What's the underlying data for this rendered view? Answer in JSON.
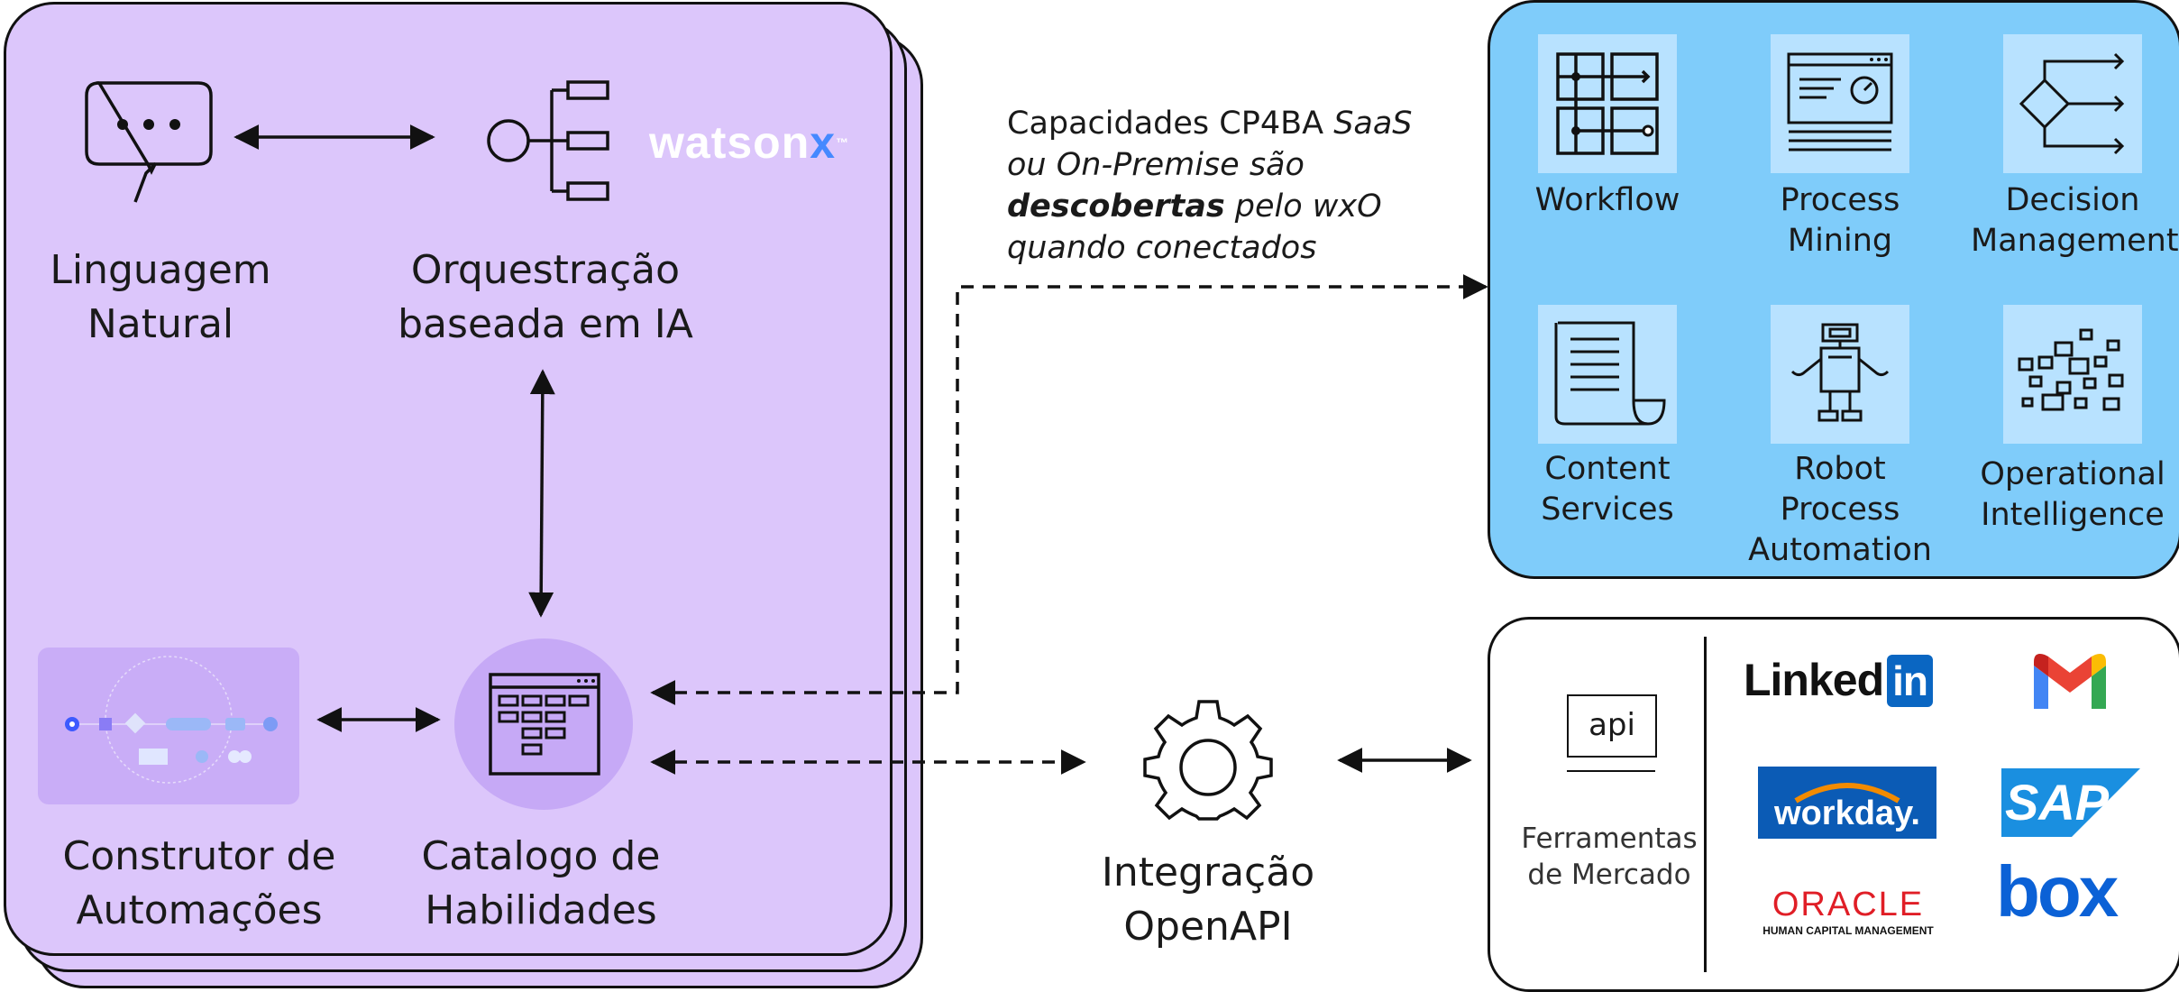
{
  "left_panel": {
    "natural_language": {
      "line1": "Linguagem",
      "line2": "Natural"
    },
    "orchestration": {
      "line1": "Orquestração",
      "line2": "baseada em IA"
    },
    "watsonx": {
      "brand_main": "watson",
      "brand_accent": "x",
      "tm": "™"
    },
    "automation_builder": {
      "line1": "Construtor de",
      "line2": "Automações"
    },
    "skills_catalog": {
      "line1": "Catalogo de",
      "line2": "Habilidades"
    }
  },
  "caption": {
    "part1": "Capacidades CP4BA ",
    "part2_italic": "SaaS ou On-Premise são ",
    "part3_bold": "descobertas",
    "part4_italic": " pelo wxO quando conectados"
  },
  "integration": {
    "line1": "Integração",
    "line2": "OpenAPI"
  },
  "capabilities": [
    {
      "line1": "Workflow",
      "line2": ""
    },
    {
      "line1": "Process",
      "line2": "Mining"
    },
    {
      "line1": "Decision",
      "line2": "Management"
    },
    {
      "line1": "Content",
      "line2": "Services"
    },
    {
      "line1": "Robot",
      "line2": "Process",
      "line3": "Automation"
    },
    {
      "line1": "Operational",
      "line2": "Intelligence"
    }
  ],
  "market_tools": {
    "api_badge": "api",
    "line1": "Ferramentas",
    "line2": "de Mercado",
    "logos": {
      "linkedin_text": "Linked",
      "linkedin_in": "in",
      "workday": "workday.",
      "sap": "SAP",
      "oracle": "ORACLE",
      "oracle_sub": "HUMAN CAPITAL MANAGEMENT",
      "box": "box"
    }
  },
  "colors": {
    "purple_card": "#dcc6fb",
    "purple_circle": "#c6a9f6",
    "blue_panel": "#7fccfa",
    "blue_tile": "#b8e2ff",
    "watsonx_blue": "#4589ff",
    "linkedin_blue": "#0a66c2",
    "workday_blue": "#0b5bb5",
    "workday_orange": "#f38b00",
    "sap_blue": "#1a8fe0",
    "oracle_red": "#e01e26",
    "box_blue": "#0b61d6"
  }
}
